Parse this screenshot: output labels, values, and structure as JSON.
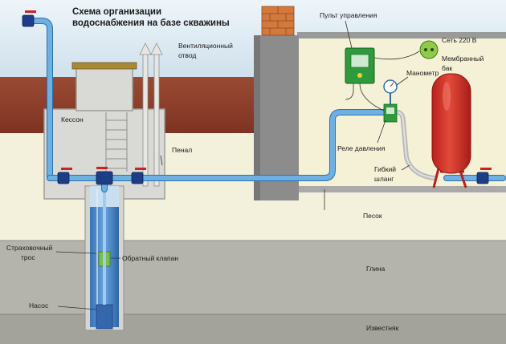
{
  "diagram": {
    "title_line1": "Схема организации",
    "title_line2": "водоснабжения на базе скважины",
    "labels": {
      "ventilation_line1": "Вентиляционный",
      "ventilation_line2": "отвод",
      "caisson": "Кессон",
      "casing": "Пенал",
      "control_panel": "Пульт управления",
      "mains": "Сеть 220 В",
      "pressure_gauge": "Манометр",
      "tank_line1": "Мембранный",
      "tank_line2": "бак",
      "pressure_switch": "Реле давления",
      "hose_line1": "Гибкий",
      "hose_line2": "шланг",
      "sand": "Песок",
      "rope_line1": "Страховочный",
      "rope_line2": "трос",
      "check_valve": "Обратный клапан",
      "clay": "Глина",
      "pump": "Насос",
      "limestone": "Известняк"
    },
    "colors": {
      "sky": "#dbe9f2",
      "topsoil": "#8f3b28",
      "sand": "#f3f0dc",
      "clay": "#b5b4ac",
      "limestone": "#a3a29b",
      "wall": "#8c8c8c",
      "brick": "#d4793c",
      "pipe": "#6fb0e3",
      "valve": "#1d3e86",
      "tank": "#d7342a",
      "panel": "#2f9a3c",
      "interior": "#f5f1d6"
    }
  }
}
